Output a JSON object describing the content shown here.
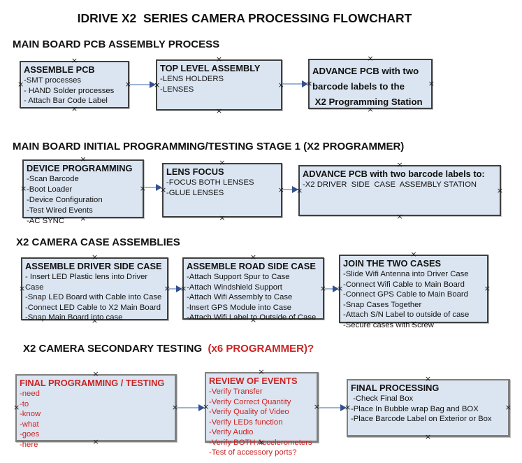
{
  "title": "IDRIVE X2  SERIES CAMERA PROCESSING FLOWCHART",
  "anchor_glyph": "×",
  "colors": {
    "box_fill": "#dbe5f1",
    "box_border_dark": "#3f3f3f",
    "box_border_light": "#7f7f7f",
    "arrow_line": "#9db3d6",
    "arrow_head": "#33518e",
    "accent_red": "#cc2222",
    "text": "#111111"
  },
  "sections": [
    {
      "header": "MAIN BOARD PCB ASSEMBLY PROCESS",
      "boxes": [
        {
          "title": "ASSEMBLE PCB",
          "items": [
            "-SMT processes",
            "- HAND Solder processes",
            "- Attach Bar Code Label"
          ]
        },
        {
          "title": "TOP LEVEL ASSEMBLY",
          "items": [
            "-LENS HOLDERS",
            "-LENSES"
          ]
        },
        {
          "title": "ADVANCE PCB with two",
          "items": [
            "barcode labels to the",
            " X2 Programming Station"
          ]
        }
      ]
    },
    {
      "header": "MAIN BOARD INITIAL PROGRAMMING/TESTING STAGE 1 (X2 PROGRAMMER)",
      "boxes": [
        {
          "title": "DEVICE PROGRAMMING",
          "items": [
            "-Scan Barcode",
            "-Boot Loader",
            "-Device Configuration",
            "-Test Wired Events",
            "-AC SYNC"
          ]
        },
        {
          "title": "LENS FOCUS",
          "items": [
            "-FOCUS BOTH LENSES",
            "-GLUE LENSES"
          ]
        },
        {
          "title": "ADVANCE PCB with two barcode labels to:",
          "items": [
            "-X2 DRIVER  SIDE  CASE  ASSEMBLY STATION"
          ]
        }
      ]
    },
    {
      "header": "X2 CAMERA CASE ASSEMBLIES",
      "boxes": [
        {
          "title": "ASSEMBLE DRIVER SIDE CASE",
          "items": [
            "- Insert LED Plastic lens into Driver Case",
            "-Snap LED Board with Cable into Case",
            "-Connect LED Cable to X2 Main Board",
            "-Snap Main Board into case"
          ]
        },
        {
          "title": "ASSEMBLE ROAD SIDE CASE",
          "items": [
            "-Attach Support Spur to Case",
            "-Attach Windshield Support",
            "-Attach Wifi Assembly to Case",
            "-Insert GPS Module into Case",
            "-Attach Wifi Label to Outside of Case"
          ]
        },
        {
          "title": "JOIN THE TWO CASES",
          "items": [
            "-Slide Wifi Antenna into Driver Case",
            "-Connect Wifi Cable to Main Board",
            "-Connect GPS Cable to Main Board",
            "-Snap Cases Together",
            "-Attach S/N Label to outside of case",
            "-Secure cases with Screw"
          ]
        }
      ]
    },
    {
      "header": "X2 CAMERA SECONDARY TESTING  ",
      "header_red": "(x6 PROGRAMMER)?",
      "boxes": [
        {
          "title": "FINAL PROGRAMMING / TESTING",
          "items": [
            "-need",
            "-to",
            "-know",
            "-what",
            "-goes",
            "-here"
          ]
        },
        {
          "title": "REVIEW OF EVENTS",
          "items": [
            "-Verify Transfer",
            "-Verify Correct Quantity",
            "-Verify Quality of Video",
            "-Verify LEDs function",
            "-Verify Audio",
            "-Verify BOTH Accelerometers",
            "-Test of accessory ports?"
          ]
        },
        {
          "title": "FINAL PROCESSING",
          "items": [
            " -Check Final Box",
            "-Place In Bubble wrap Bag and BOX",
            "-Place Barcode Label on Exterior or Box"
          ]
        }
      ]
    }
  ]
}
